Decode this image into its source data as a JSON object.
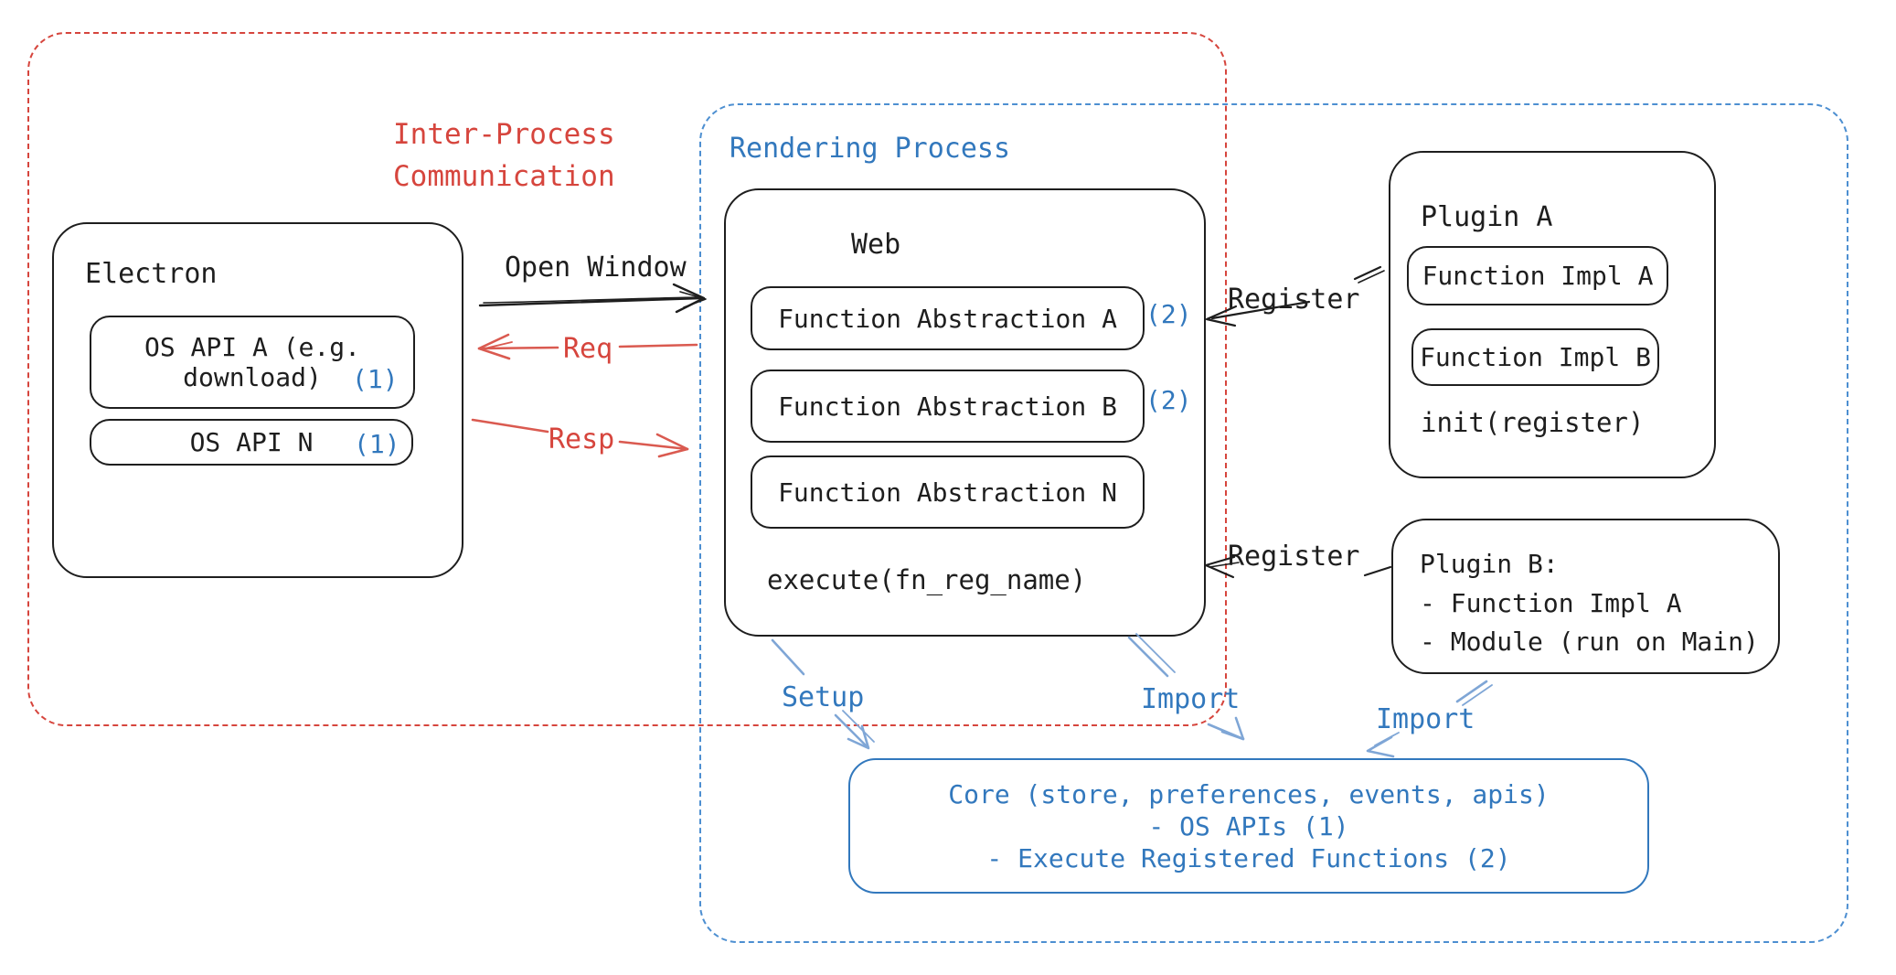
{
  "groups": {
    "ipc_label": "Inter-Process\nCommunication",
    "rendering_label": "Rendering Process"
  },
  "electron": {
    "title": "Electron",
    "api_a_line1": "OS API A (e.g.",
    "api_a_line2": "download)",
    "api_a_badge": "(1)",
    "api_n_label": "OS API N",
    "api_n_badge": "(1)"
  },
  "web": {
    "title": "Web",
    "items": [
      {
        "label": "Function Abstraction A",
        "badge": "(2)"
      },
      {
        "label": "Function Abstraction B",
        "badge": "(2)"
      },
      {
        "label": "Function Abstraction N",
        "badge": ""
      }
    ],
    "footer": "execute(fn_reg_name)"
  },
  "plugin_a": {
    "title": "Plugin A",
    "items": [
      "Function Impl A",
      "Function Impl B"
    ],
    "footer": "init(register)"
  },
  "plugin_b": {
    "title": "Plugin B:",
    "lines": [
      "- Function Impl A",
      "- Module (run on Main)"
    ]
  },
  "core": {
    "lines": "Core (store, preferences, events, apis)\n- OS APIs (1)\n- Execute Registered Functions (2)"
  },
  "labels": {
    "open_window": "Open Window",
    "req": "Req",
    "resp": "Resp",
    "register_top": "Register",
    "register_bottom": "Register",
    "setup": "Setup",
    "import_mid": "Import",
    "import_right": "Import"
  },
  "colors": {
    "ink": "#1e1e1e",
    "red": "#d6453d",
    "red_arrow": "#da5a50",
    "blue": "#3278bd",
    "blue_dash": "#4d8fd1",
    "blue_arrow": "#7fa6d6",
    "background": "#ffffff"
  }
}
